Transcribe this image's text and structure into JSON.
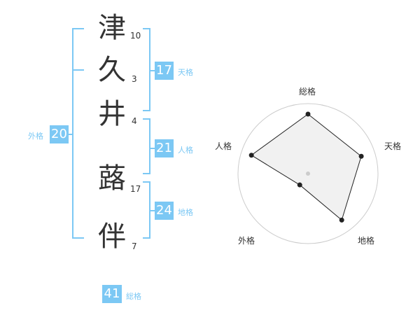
{
  "name_chars": [
    {
      "char": "津",
      "strokes": "10"
    },
    {
      "char": "久",
      "strokes": "3"
    },
    {
      "char": "井",
      "strokes": "4"
    },
    {
      "char": "蕗",
      "strokes": "17"
    },
    {
      "char": "伴",
      "strokes": "7"
    }
  ],
  "kaku": {
    "tenkaku": {
      "value": "17",
      "label": "天格"
    },
    "jinkaku": {
      "value": "21",
      "label": "人格"
    },
    "chikaku": {
      "value": "24",
      "label": "地格"
    },
    "gaikaku": {
      "value": "20",
      "label": "外格"
    },
    "soukaku": {
      "value": "41",
      "label": "総格"
    }
  },
  "colors": {
    "accent": "#7cc8f4",
    "text": "#333333",
    "radar_fill": "#eeeeee",
    "radar_ring": "#cccccc"
  },
  "chart_data": {
    "type": "radar",
    "axes": [
      "総格",
      "天格",
      "地格",
      "外格",
      "人格"
    ],
    "values": [
      0.85,
      0.8,
      0.82,
      0.2,
      0.85
    ],
    "rings": 5
  }
}
